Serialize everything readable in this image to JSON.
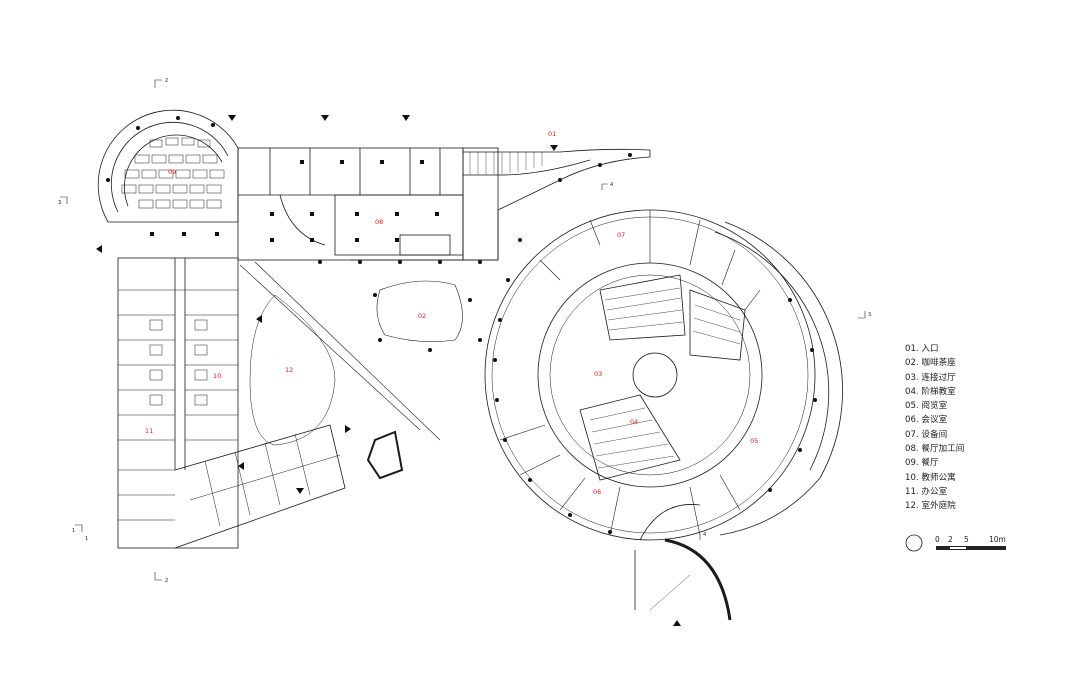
{
  "legend": [
    "01. 入口",
    "02. 咖啡茶座",
    "03. 连接过厅",
    "04. 阶梯教室",
    "05. 阅览室",
    "06. 会议室",
    "07. 设备间",
    "08. 餐厅加工间",
    "09. 餐厅",
    "10. 教师公寓",
    "11. 办公室",
    "12. 室外庭院"
  ],
  "room_labels": [
    "01",
    "02",
    "03",
    "04",
    "05",
    "06",
    "07",
    "08",
    "09",
    "10",
    "11",
    "12"
  ],
  "scale_bar": {
    "labels": [
      "0",
      "2",
      "5",
      "10m"
    ]
  },
  "section_marks": [
    "1",
    "1",
    "2",
    "2",
    "3",
    "3",
    "4",
    "4"
  ],
  "colors": {
    "line": "#1a1a1a",
    "room_label": "#e02020",
    "column": "#111111"
  }
}
